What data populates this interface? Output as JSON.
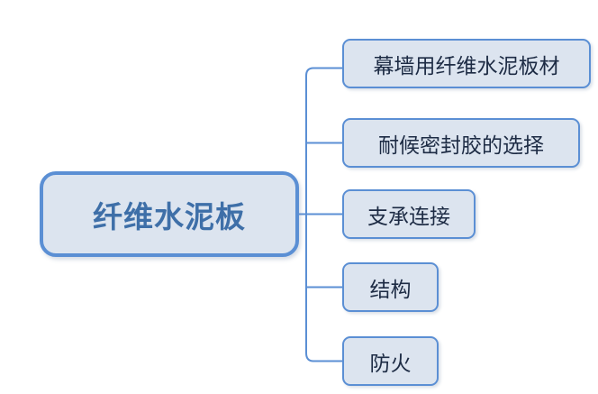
{
  "diagram": {
    "type": "mind-map",
    "orientation": "left-to-right",
    "background_color": "#ffffff",
    "root": {
      "label": "纤维水泥板",
      "text_color": "#3e6fa8",
      "fill_color": "#dce4ef",
      "border_color": "#5b8fd4"
    },
    "branches": [
      {
        "label": "幕墙用纤维水泥板材"
      },
      {
        "label": "耐候密封胶的选择"
      },
      {
        "label": "支承连接"
      },
      {
        "label": "结构"
      },
      {
        "label": "防火"
      }
    ],
    "connector": {
      "color": "#5b8fd4",
      "style": "orthogonal-rounded-spine"
    }
  }
}
